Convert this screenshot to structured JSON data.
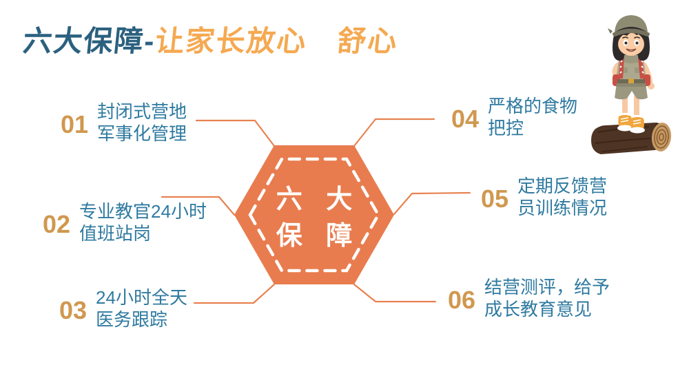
{
  "title": {
    "part1": "六大保障-",
    "part2": "让家长放心　舒心"
  },
  "hexagon": {
    "line1": "六 大",
    "line2": "保 障"
  },
  "items": [
    {
      "number": "01",
      "line1": "封闭式营地",
      "line2": "军事化管理"
    },
    {
      "number": "02",
      "line1": "专业教官24小时",
      "line2": "值班站岗"
    },
    {
      "number": "03",
      "line1": "24小时全天",
      "line2": "医务跟踪"
    },
    {
      "number": "04",
      "line1": "严格的食物",
      "line2": "把控"
    },
    {
      "number": "05",
      "line1": "定期反馈营",
      "line2": "员训练情况"
    },
    {
      "number": "06",
      "line1": "结营测评，给予",
      "line2": "成长教育意见"
    }
  ],
  "colors": {
    "title_teal": "#2B617F",
    "title_orange": "#F5A952",
    "number_gold": "#D0984F",
    "item_text_blue": "#2F7AA0",
    "hexagon_orange": "#E87C4E",
    "connector_orange": "#E8814F"
  },
  "illustration": {
    "description": "cartoon girl scout standing on a wooden log"
  }
}
